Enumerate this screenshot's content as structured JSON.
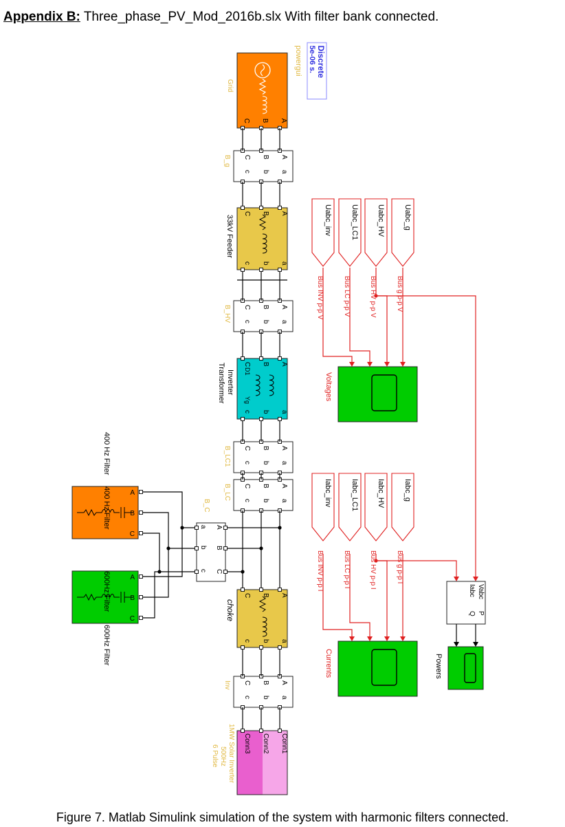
{
  "header": {
    "appendix_label": "Appendix B:",
    "model_text": " Three_phase_PV_Mod_2016b.slx With filter bank connected."
  },
  "caption": "Figure 7. Matlab Simulink simulation of the system with harmonic filters connected.",
  "colors": {
    "grid": "#ff8000",
    "feeder": "#e8c84a",
    "transformer": "#00cccc",
    "scope": "#00cc00",
    "inverter": "#e040c0",
    "signal_red": "#e02020",
    "block_label": "#e0b840",
    "powergui_text": "#3030e0"
  },
  "blocks": {
    "powergui": {
      "line1": "Discrete",
      "line2": "5e-06 s.",
      "label": "powergui"
    },
    "grid": {
      "label": "Grid",
      "ports": [
        "A",
        "B",
        "C"
      ]
    },
    "b_g": {
      "label": "B_g"
    },
    "feeder": {
      "label": "33kV Feeder",
      "ports_in": [
        "A",
        "B",
        "C"
      ],
      "ports_out": [
        "a",
        "b",
        "c"
      ]
    },
    "b_hv": {
      "label": "B_HV"
    },
    "transformer": {
      "label1": "Inverter",
      "label2": "Transformer",
      "in_tag": "D1",
      "out_tag": "Yg"
    },
    "b_lc1": {
      "label": "B_LC1"
    },
    "b_lc": {
      "label": "B_LC"
    },
    "b_c": {
      "label": "B_C",
      "ports_left": [
        "a",
        "b",
        "c"
      ],
      "ports_right": [
        "A",
        "B",
        "C"
      ]
    },
    "choke": {
      "label": "choke"
    },
    "inv": {
      "label": "Inv"
    },
    "inverter": {
      "label1": "1MW Solar Inverter",
      "label2": "500Hz",
      "label3": "6 Pulse",
      "ports": [
        "Conn1",
        "Conn2",
        "Conn3"
      ]
    },
    "filter400": {
      "label": "400 Hz Filter",
      "ports": [
        "A",
        "B",
        "C"
      ]
    },
    "filter600": {
      "label": "600Hz Filter",
      "ports": [
        "A",
        "B",
        "C"
      ]
    },
    "voltages": {
      "label": "Voltages"
    },
    "currents": {
      "label": "Currents"
    },
    "powers": {
      "label": "Powers"
    },
    "pq": {
      "in1": "Vabc",
      "in2": "Iabc",
      "out1": "P",
      "out2": "Q"
    }
  },
  "voltage_tags": [
    "Uabc_g",
    "Uabc_HV",
    "Uabc_LC1",
    "Uabc_inv"
  ],
  "voltage_buses": [
    "Bus g p-p V",
    "Bus HV p-p V",
    "Bus LC p-p V",
    "Bus INV p-p V"
  ],
  "current_tags": [
    "Iabc_g",
    "Iabc_HV",
    "Iabc_LC1",
    "Iabc_inv"
  ],
  "current_buses": [
    "Bus g p-p I",
    "Bus HV p-p I",
    "Bus LC p-p I",
    "Bus INV p-p I"
  ],
  "port_letters_upper": [
    "A",
    "B",
    "C"
  ],
  "port_letters_lower": [
    "a",
    "b",
    "c"
  ]
}
